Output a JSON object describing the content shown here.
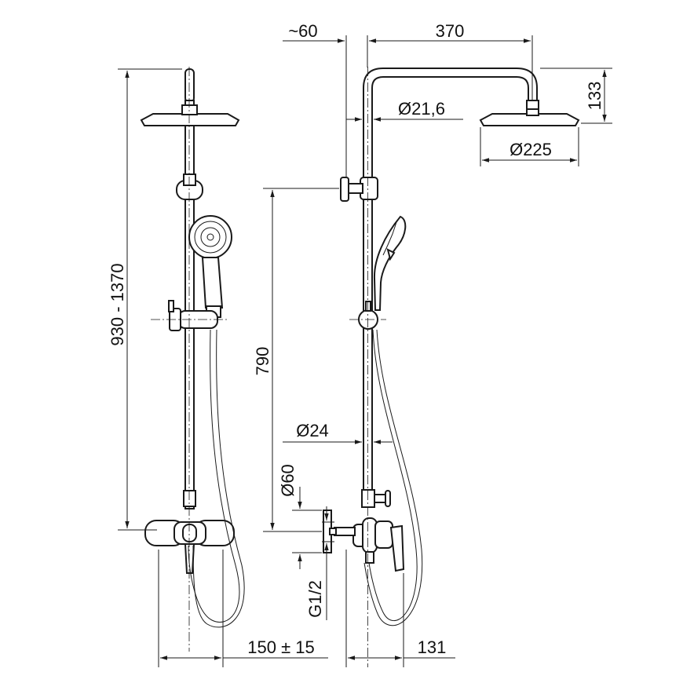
{
  "dimensions": {
    "height_range": "930 - 1370",
    "wall_to_center": "150 ± 15",
    "offset_from_wall": "~60",
    "arm_reach": "370",
    "head_height": "133",
    "pipe_diameter": "Ø21,6",
    "head_diameter": "Ø225",
    "holder_height": "790",
    "lower_pipe_diameter": "Ø24",
    "rosette_diameter": "Ø60",
    "thread": "G1/2",
    "mixer_depth": "131"
  }
}
